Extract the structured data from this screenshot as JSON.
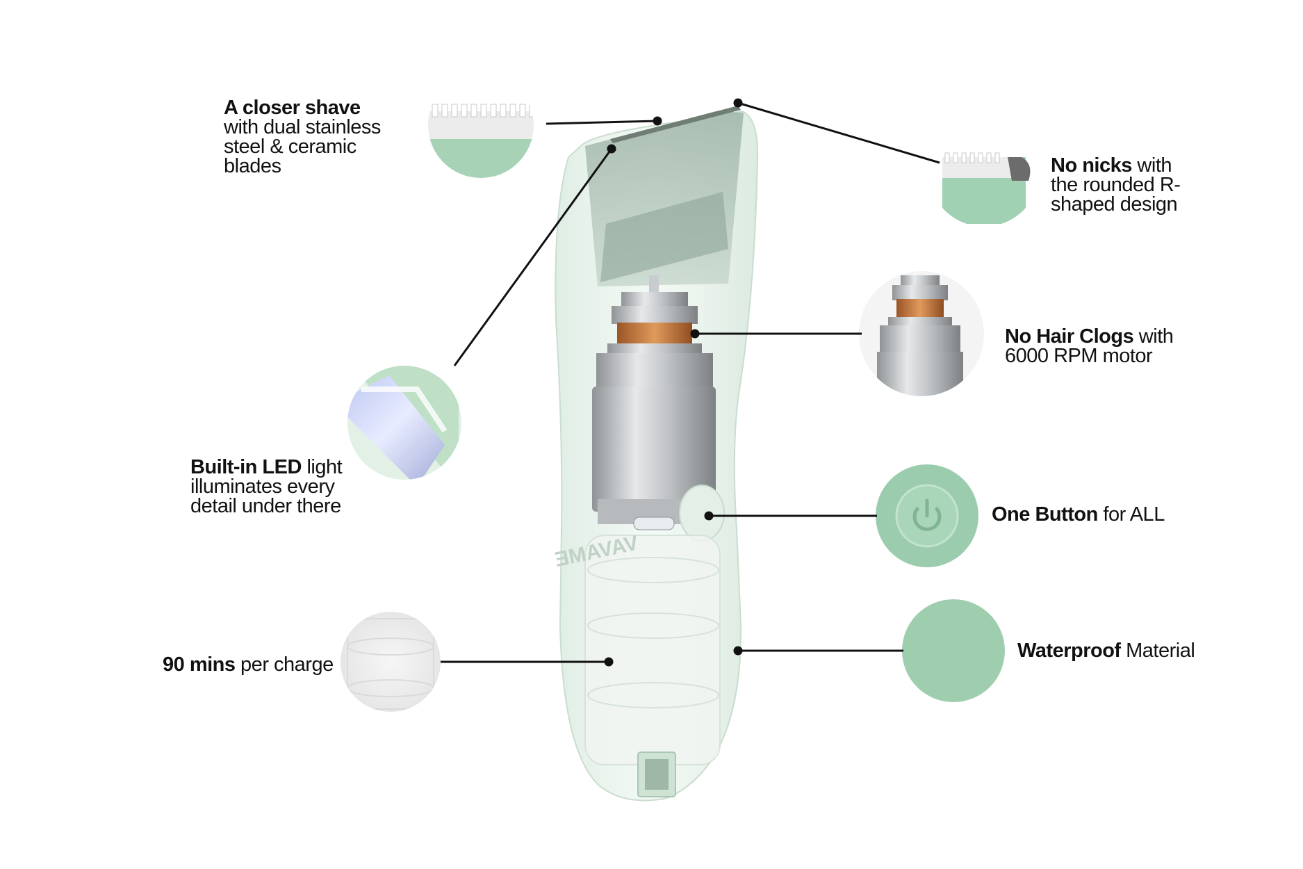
{
  "features": {
    "closer_shave": {
      "bold": "A closer shave",
      "lines": [
        "with dual stainless",
        "steel & ceramic",
        "blades"
      ]
    },
    "no_nicks": {
      "bold": "No nicks",
      "rest": " with",
      "lines": [
        "the rounded R-",
        "shaped design"
      ]
    },
    "hair_clogs": {
      "bold": "No Hair Clogs",
      "rest": " with",
      "lines": [
        "6000 RPM motor"
      ]
    },
    "led": {
      "bold": "Built-in LED",
      "rest": " light",
      "lines": [
        "illuminates every",
        "detail under there"
      ]
    },
    "one_button": {
      "bold": "One Button",
      "rest": " for ALL"
    },
    "waterproof": {
      "bold": "Waterproof",
      "rest": " Material"
    },
    "battery": {
      "bold": "90 mins",
      "rest": " per charge"
    }
  },
  "product": {
    "brand_mark": "VAVAME"
  },
  "colors": {
    "mint": "#8fc7a6",
    "mint_light": "#cfe6d6",
    "body_shell": "#e9f2ec",
    "callout_line": "#111111",
    "motor_copper": "#c77a3a",
    "motor_steel": "#b9bcbf"
  },
  "icons": {
    "power": "power-icon"
  }
}
